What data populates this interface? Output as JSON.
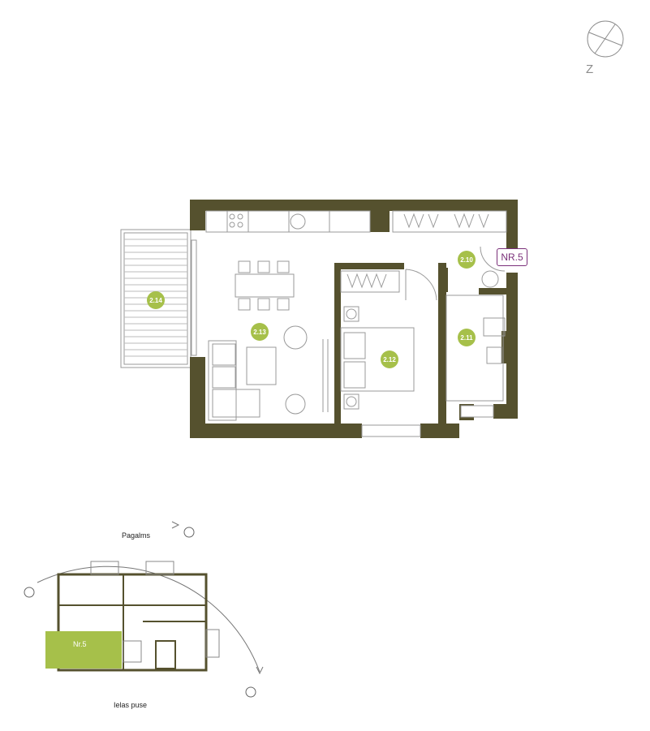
{
  "compass": {
    "north_letter": "Z"
  },
  "apartment": {
    "label": "NR.5"
  },
  "rooms": [
    {
      "id": "2.10"
    },
    {
      "id": "2.11"
    },
    {
      "id": "2.12"
    },
    {
      "id": "2.13"
    },
    {
      "id": "2.14"
    }
  ],
  "key_plan": {
    "top_label": "Pagalms",
    "bottom_label": "Ielas puse",
    "unit_label": "Nr.5",
    "highlight_color": "#a6c04a"
  },
  "colors": {
    "wall": "#55512e",
    "accent": "#a6c04a",
    "label_border": "#7a2f79",
    "line": "#8f8f8f"
  }
}
